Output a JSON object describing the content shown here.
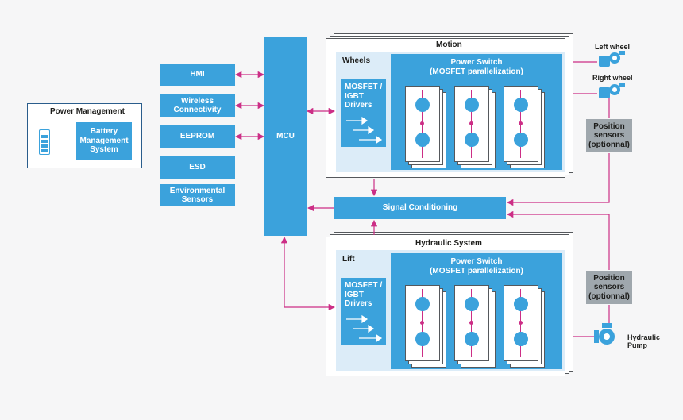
{
  "power_management": {
    "title": "Power Management",
    "bms": "Battery\nManagement\nSystem",
    "battery_icon": "battery-icon"
  },
  "left_blocks": {
    "hmi": "HMI",
    "wireless": "Wireless\nConnectivity",
    "eeprom": "EEPROM",
    "esd": "ESD",
    "env": "Environmental\nSensors"
  },
  "mcu": "MCU",
  "signal_conditioning": "Signal Conditioning",
  "motion": {
    "title": "Motion",
    "section": "Wheels",
    "power_switch": "Power Switch\n(MOSFET parallelization)",
    "drivers": "MOSFET /\nIGBT\nDrivers"
  },
  "hydraulic": {
    "title": "Hydraulic System",
    "section": "Lift",
    "power_switch": "Power Switch\n(MOSFET parallelization)",
    "drivers": "MOSFET /\nIGBT\nDrivers"
  },
  "right": {
    "left_wheel": "Left wheel",
    "right_wheel": "Right wheel",
    "position_sensors_top": "Position\nsensors\n(optionnal)",
    "position_sensors_bottom": "Position\nsensors\n(optionnal)",
    "hydraulic_pump": "Hydraulic\nPump",
    "wheel_icon": "wheel-motor-icon",
    "pump_icon": "pump-icon"
  },
  "colors": {
    "block": "#3ba2dc",
    "inner_bg": "#dcecf8",
    "wire": "#cc2e86",
    "sensor": "#9fa7ad"
  }
}
